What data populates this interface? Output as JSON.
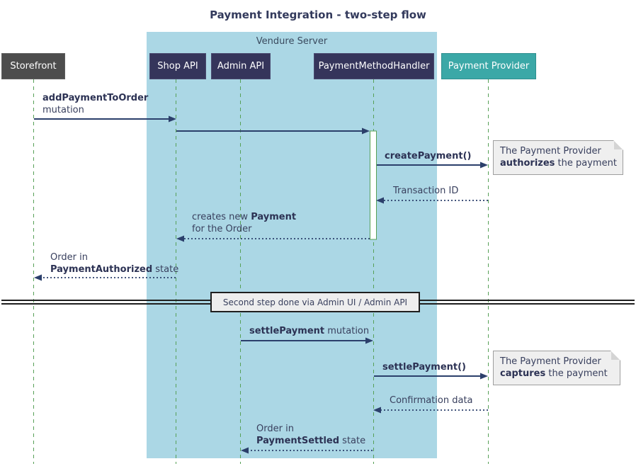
{
  "title": "Payment Integration - two-step flow",
  "frame": {
    "label": "Vendure Server"
  },
  "participants": [
    {
      "label": "Storefront"
    },
    {
      "label": "Shop API"
    },
    {
      "label": "Admin API"
    },
    {
      "label": "PaymentMethodHandler"
    },
    {
      "label": "Payment Provider"
    }
  ],
  "messages": {
    "add_payment_bold": "addPaymentToOrder",
    "add_payment_rest": "mutation",
    "create_payment": "createPayment()",
    "transaction_id": "Transaction ID",
    "creates_new_pre": "creates new ",
    "creates_new_bold": "Payment",
    "creates_new_line2": "for the Order",
    "order_in_1": "Order in",
    "authorized_bold": "PaymentAuthorized",
    "authorized_rest": " state",
    "settle_mutation_bold": "settlePayment",
    "settle_mutation_rest": " mutation",
    "settle_call": "settlePayment()",
    "confirmation": "Confirmation data",
    "order_in_2": "Order in",
    "settled_bold": "PaymentSettled",
    "settled_rest": " state"
  },
  "divider": {
    "label": "Second step done via Admin UI / Admin API"
  },
  "notes": [
    {
      "line1": "The Payment Provider",
      "bold": "authorizes",
      "rest": " the payment"
    },
    {
      "line1": "The Payment Provider",
      "bold": "captures",
      "rest": " the payment"
    }
  ],
  "colors": {
    "frame_bg": "#ABD7E5",
    "participant_navy": "#35355B",
    "participant_gray": "#4D4D4D",
    "participant_teal": "#3BA8A7",
    "lifeline_green": "#57A057",
    "arrow_navy": "#2B3F6B",
    "text_navy": "#39405E",
    "note_bg": "#EFEFEF",
    "divider_border": "#1F1F1F"
  }
}
